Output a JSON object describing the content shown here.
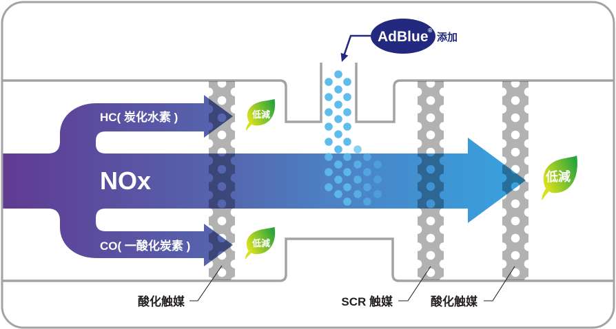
{
  "adblue": {
    "label": "AdBlue",
    "registered": "®",
    "action": "添加"
  },
  "flows": {
    "hc": "HC( 炭化水素 )",
    "nox": "NOx",
    "co": "CO( 一酸化炭素 )"
  },
  "reductions": [
    {
      "label": "低減"
    },
    {
      "label": "低減"
    },
    {
      "label": "低減"
    }
  ],
  "catalysts": [
    {
      "label": "酸化触媒"
    },
    {
      "label": "SCR 触媒"
    },
    {
      "label": "酸化触媒"
    }
  ],
  "colors": {
    "flow_start": "#603a92",
    "flow_mid": "#5468b0",
    "flow_mid2": "#4d80c4",
    "flow_end": "#36a3df",
    "adblue_navy": "#22297f",
    "droplet": "#5fbdec",
    "leaf_light": "#d6e01e",
    "leaf_dark": "#2ba53b",
    "pipe": "#a3a3a3"
  }
}
